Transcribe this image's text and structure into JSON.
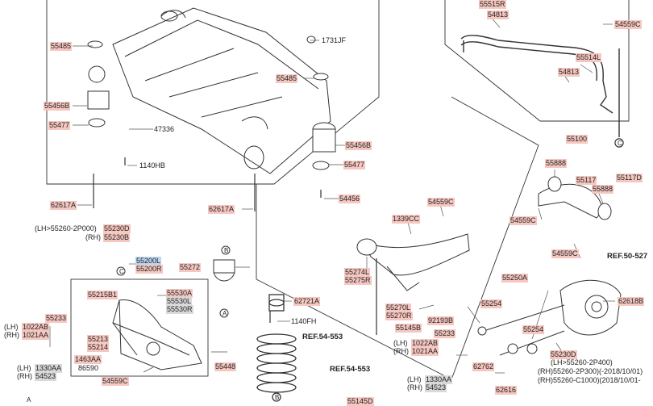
{
  "diagram": {
    "part_numbers": {
      "p55485_a": "55485",
      "p55485_b": "55485",
      "p1731jf": "1731JF",
      "p55456b_a": "55456B",
      "p55456b_b": "55456B",
      "p55477_a": "55477",
      "p55477_b": "55477",
      "p47336": "47336",
      "p1140hb": "1140HB",
      "p62617a_a": "62617A",
      "p62617a_b": "62617A",
      "p54456": "54456",
      "p55515r": "55515R",
      "p54813_a": "54813",
      "p54813_b": "54813",
      "p54559c_top": "54559C",
      "p55514l": "55514L",
      "p55100": "55100",
      "p55888_a": "55888",
      "p55888_b": "55888",
      "p55117": "55117",
      "p55117d": "55117D",
      "p54559c_a": "54559C",
      "p54559c_b": "54559C",
      "p54559c_c": "54559C",
      "p54559c_d": "54559C",
      "p1339cc": "1339CC",
      "p55274l": "55274L",
      "p55275r": "55275R",
      "p55270l": "55270L",
      "p55270r": "55270R",
      "p92193b": "92193B",
      "p55145b": "55145B",
      "p55233_a": "55233",
      "p55233_b": "55233",
      "p1022ab_a": "1022AB",
      "p1021aa_a": "1021AA",
      "p1022ab_b": "1022AB",
      "p1021aa_b": "1021AA",
      "p1330aa_a": "1330AA",
      "p54523_a": "54523",
      "p1330aa_b": "1330AA",
      "p54523_b": "54523",
      "p55250a": "55250A",
      "p55254_a": "55254",
      "p55254_b": "55254",
      "p62618b": "62618B",
      "p55230d_right": "55230D",
      "p62762": "62762",
      "p62616": "62616",
      "p55230d_left": "55230D",
      "p55230b": "55230B",
      "p55200l": "55200L",
      "p55200r": "55200R",
      "p55272": "55272",
      "p55215b1": "55215B1",
      "p55530a": "55530A",
      "p55530l": "55530L",
      "p55530r": "55530R",
      "p55213": "55213",
      "p55214": "55214",
      "p1463aa": "1463AA",
      "p86590": "86590",
      "p55448": "55448",
      "p62721a": "62721A",
      "p1140fh": "1140FH",
      "p55145d": "55145D"
    },
    "side_labels": {
      "lh_55260_2p000": "(LH>55260-2P000)",
      "rh_55230b": "(RH)",
      "lh_a": "(LH)",
      "rh_a": "(RH)",
      "lh_b": "(LH)",
      "rh_b": "(RH)",
      "lh_c": "(LH)",
      "rh_c": "(RH)",
      "lh_d": "(LH)",
      "rh_d": "(RH)",
      "lh_55260_2p400": "(LH>55260-2P400)",
      "rh_55260_2p300": "(RH)55260-2P300)(-2018/10/01)",
      "rh_55260_c1000": "(RH)55260-C1000)(2018/10/01-"
    },
    "references": {
      "ref_50_527": "REF.50-527",
      "ref_54_553_a": "REF.54-553",
      "ref_54_553_b": "REF.54-553"
    },
    "callouts": {
      "A1": "A",
      "A2": "A",
      "B1": "B",
      "B2": "B",
      "C1": "C",
      "C2": "C"
    }
  }
}
